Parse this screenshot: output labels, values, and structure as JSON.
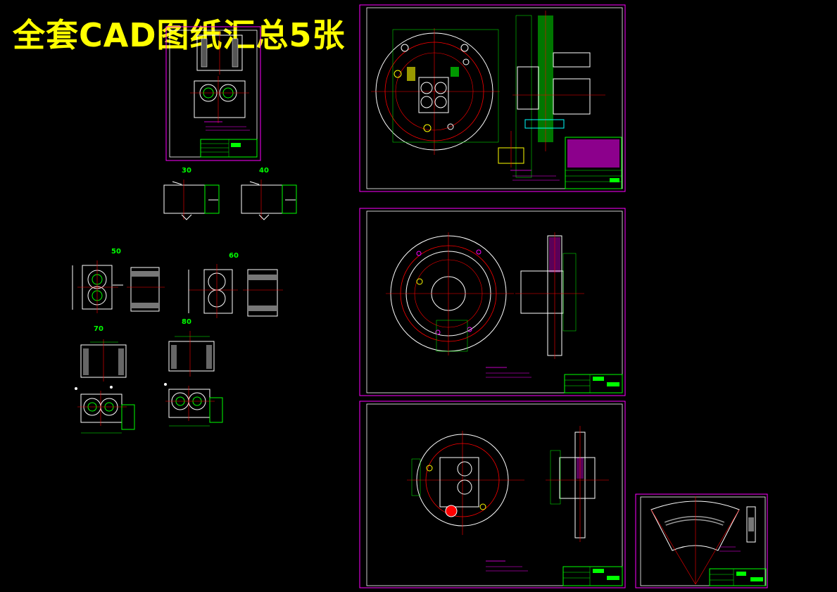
{
  "banner": {
    "title": "全套CAD图纸汇总5张"
  },
  "colors": {
    "frame": "#ff00ff",
    "outline": "#ffffff",
    "centerline": "#ff0000",
    "dimension": "#00ff00",
    "accent": "#ffff00",
    "cyan": "#00ffff"
  },
  "operations": {
    "op30": "30",
    "op40": "40",
    "op50": "50",
    "op60": "60",
    "op70": "70",
    "op80": "80"
  }
}
